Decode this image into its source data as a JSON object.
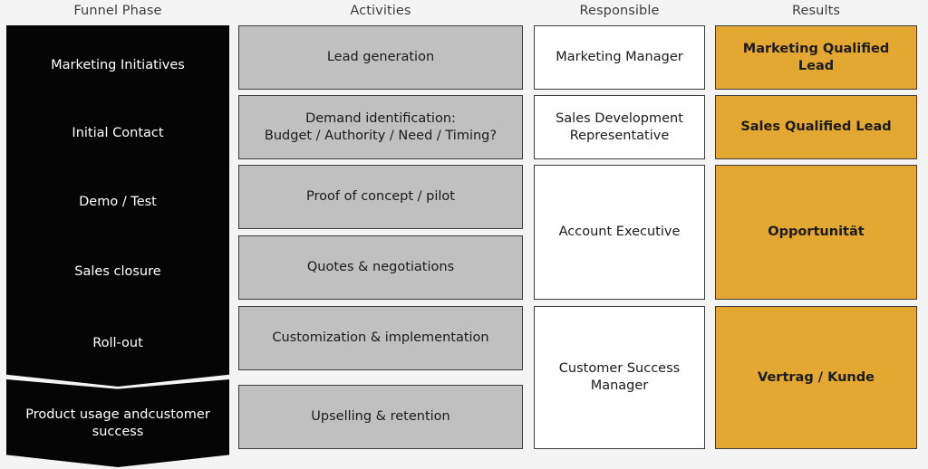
{
  "palette": {
    "background": "#f4f4f4",
    "funnel_fill": "#050505",
    "funnel_text": "#ffffff",
    "activity_fill": "#c0c0c0",
    "responsible_fill": "#ffffff",
    "result_fill": "#e2a832",
    "border": "#3d3d3d",
    "header_text": "#3b3b3b",
    "body_text": "#1b1b1b"
  },
  "headers": {
    "funnel": "Funnel Phase",
    "activities": "Activities",
    "responsible": "Responsible",
    "results": "Results"
  },
  "funnel_steps": [
    {
      "label": "Marketing Initiatives",
      "lines": [
        "Marketing Initiatives"
      ]
    },
    {
      "label": "Initial Contact",
      "lines": [
        "Initial Contact"
      ]
    },
    {
      "label": "Demo / Test",
      "lines": [
        "Demo / Test"
      ]
    },
    {
      "label": "Sales closure",
      "lines": [
        "Sales closure"
      ]
    },
    {
      "label": "Roll-out",
      "lines": [
        "Roll-out"
      ]
    },
    {
      "label": "Product usage and customer success",
      "lines": [
        "Product usage and",
        "customer success"
      ]
    }
  ],
  "activities": [
    {
      "lines": [
        "Lead generation"
      ]
    },
    {
      "lines": [
        "Demand identification:",
        "Budget / Authority / Need / Timing?"
      ]
    },
    {
      "lines": [
        "Proof of concept / pilot"
      ]
    },
    {
      "lines": [
        "Quotes & negotiations"
      ]
    },
    {
      "lines": [
        "Customization & implementation"
      ]
    },
    {
      "lines": [
        "Upselling & retention"
      ]
    }
  ],
  "responsible": [
    {
      "lines": [
        "Marketing Manager"
      ],
      "spans_rows": 1
    },
    {
      "lines": [
        "Sales Development",
        "Representative"
      ],
      "spans_rows": 1
    },
    {
      "lines": [
        "Account Executive"
      ],
      "spans_rows": 2
    },
    {
      "lines": [
        "Customer Success",
        "Manager"
      ],
      "spans_rows": 2
    }
  ],
  "results": [
    {
      "lines": [
        "Marketing Qualified Lead"
      ],
      "spans_rows": 1
    },
    {
      "lines": [
        "Sales Qualified Lead"
      ],
      "spans_rows": 1
    },
    {
      "lines": [
        "Opportunität"
      ],
      "spans_rows": 2
    },
    {
      "lines": [
        "Vertrag / Kunde"
      ],
      "spans_rows": 2
    }
  ]
}
